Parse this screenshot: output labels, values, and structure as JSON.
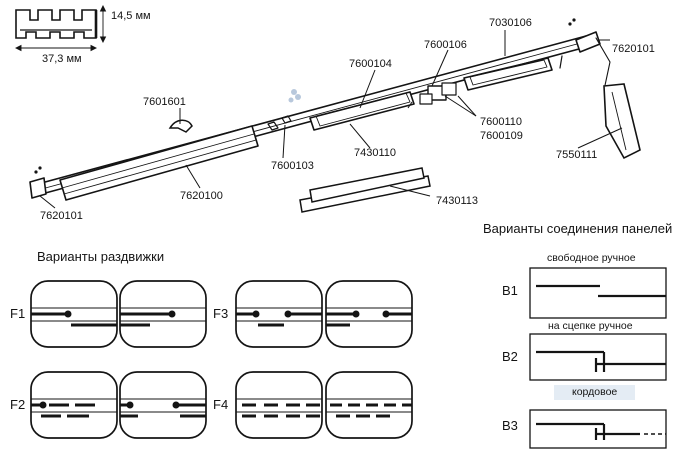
{
  "profile": {
    "height_label": "14,5 мм",
    "width_label": "37,3 мм"
  },
  "parts": {
    "p7030106": "7030106",
    "p7620101_right": "7620101",
    "p7600106": "7600106",
    "p7600104": "7600104",
    "p7601601": "7601601",
    "p7600110": "7600110",
    "p7600109": "7600109",
    "p7550111": "7550111",
    "p7430110": "7430110",
    "p7600103": "7600103",
    "p7620100": "7620100",
    "p7620101_left": "7620101",
    "p7430113": "7430113"
  },
  "sliding": {
    "title": "Варианты раздвижки",
    "rows": [
      "F1",
      "F2",
      "F3",
      "F4"
    ]
  },
  "connection": {
    "title": "Варианты соединения панелей",
    "variants": [
      {
        "code": "B1",
        "label": "свободное ручное"
      },
      {
        "code": "B2",
        "label": "на сцепке ручное"
      },
      {
        "code": "B3",
        "label": "кордовое"
      }
    ]
  },
  "colors": {
    "ink": "#141414",
    "accent_panel": "#e4ecf4",
    "watermark": "#b8c8dc"
  }
}
